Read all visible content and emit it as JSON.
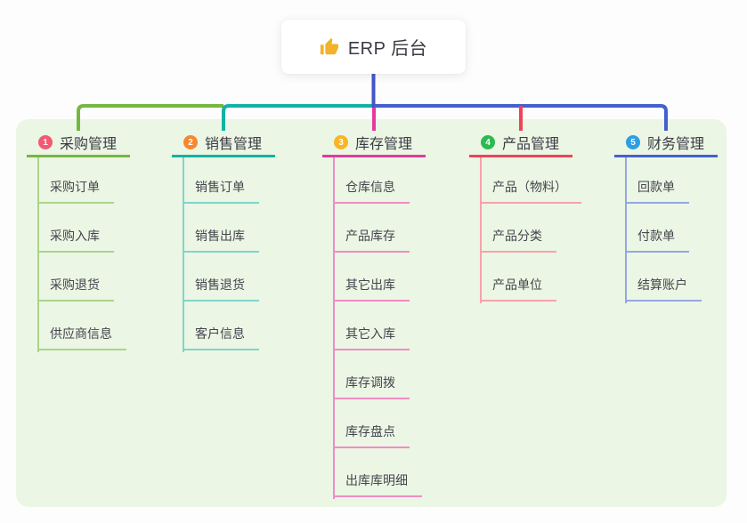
{
  "root": {
    "title": "ERP 后台",
    "icon": "thumbs-up-icon"
  },
  "branches": [
    {
      "number": "1",
      "label": "采购管理",
      "badge_color": "#f35a72",
      "line_color": "#76b740",
      "light_color": "#abd58a",
      "children": [
        "采购订单",
        "采购入库",
        "采购退货",
        "供应商信息"
      ]
    },
    {
      "number": "2",
      "label": "销售管理",
      "badge_color": "#f8872b",
      "line_color": "#13b2a4",
      "light_color": "#82d4ca",
      "children": [
        "销售订单",
        "销售出库",
        "销售退货",
        "客户信息"
      ]
    },
    {
      "number": "3",
      "label": "库存管理",
      "badge_color": "#f9b525",
      "line_color": "#e23a9e",
      "light_color": "#f18cc4",
      "children": [
        "仓库信息",
        "产品库存",
        "其它出库",
        "其它入库",
        "库存调拨",
        "库存盘点",
        "出库库明细"
      ]
    },
    {
      "number": "4",
      "label": "产品管理",
      "badge_color": "#2cba52",
      "line_color": "#ee4358",
      "light_color": "#f6a3ab",
      "children": [
        "产品（物料）",
        "产品分类",
        "产品单位"
      ]
    },
    {
      "number": "5",
      "label": "财务管理",
      "badge_color": "#2d9fe3",
      "line_color": "#4360d0",
      "light_color": "#95a7e2",
      "children": [
        "回款单",
        "付款单",
        "结算账户"
      ]
    }
  ],
  "colors": {
    "root_stem": "#4355c8",
    "panel_bg": "#ebf6e4",
    "canvas_bg": "#fdfdfd",
    "card_bg": "#ffffff",
    "title_text": "#3a3a43",
    "label_text": "#3b3b44",
    "child_text": "#45454e",
    "icon_yellow": "#f2b32a"
  }
}
